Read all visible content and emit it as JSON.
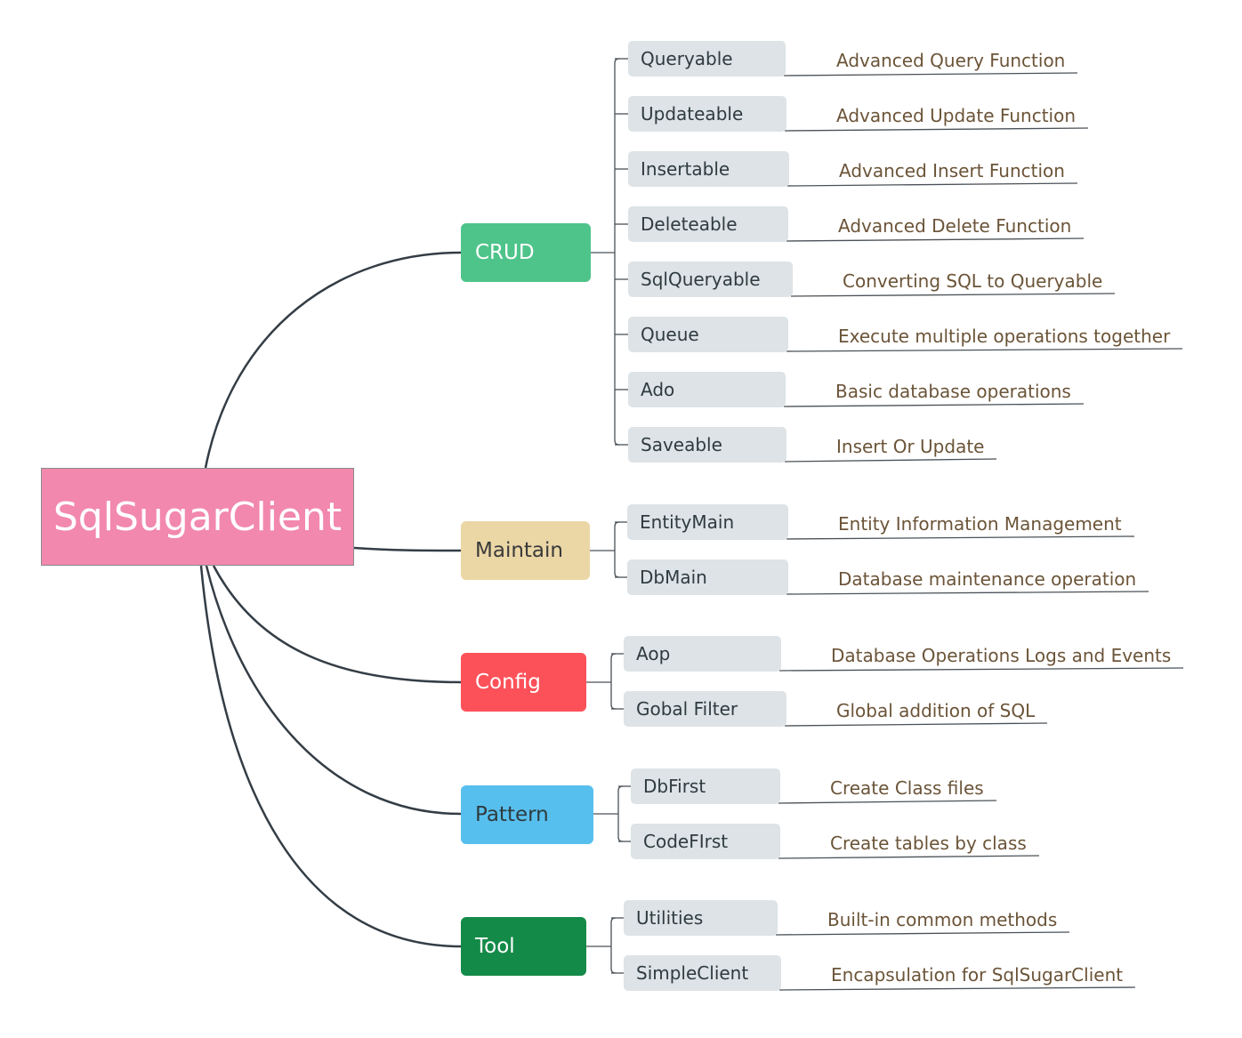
{
  "root": {
    "label": "SqlSugarClient",
    "color": "#f288ae"
  },
  "categories": [
    {
      "label": "CRUD",
      "color": "#4ec48a",
      "text_color": "#ffffff",
      "items": [
        {
          "label": "Queryable",
          "desc": "Advanced Query Function"
        },
        {
          "label": "Updateable",
          "desc": "Advanced Update Function"
        },
        {
          "label": "Insertable",
          "desc": "Advanced Insert Function"
        },
        {
          "label": "Deleteable",
          "desc": "Advanced Delete Function"
        },
        {
          "label": "SqlQueryable",
          "desc": "Converting SQL to Queryable"
        },
        {
          "label": "Queue",
          "desc": "Execute multiple operations together"
        },
        {
          "label": "Ado",
          "desc": "Basic database operations"
        },
        {
          "label": "Saveable",
          "desc": "Insert Or Update"
        }
      ]
    },
    {
      "label": "Maintain",
      "color": "#ebd6a6",
      "text_color": "#3a3a3a",
      "items": [
        {
          "label": "EntityMain",
          "desc": "Entity Information Management"
        },
        {
          "label": "DbMain",
          "desc": "Database maintenance operation"
        }
      ]
    },
    {
      "label": "Config",
      "color": "#fc5159",
      "text_color": "#ffffff",
      "items": [
        {
          "label": "Aop",
          "desc": "Database Operations Logs and Events"
        },
        {
          "label": "Gobal Filter",
          "desc": "Global addition of SQL"
        }
      ]
    },
    {
      "label": "Pattern",
      "color": "#57bfee",
      "text_color": "#2f3b3f",
      "items": [
        {
          "label": "DbFirst",
          "desc": "Create Class files"
        },
        {
          "label": "CodeFIrst",
          "desc": "Create tables by class"
        }
      ]
    },
    {
      "label": "Tool",
      "color": "#148a48",
      "text_color": "#ffffff",
      "items": [
        {
          "label": "Utilities",
          "desc": "Built-in common methods"
        },
        {
          "label": "SimpleClient",
          "desc": "Encapsulation for SqlSugarClient"
        }
      ]
    }
  ]
}
